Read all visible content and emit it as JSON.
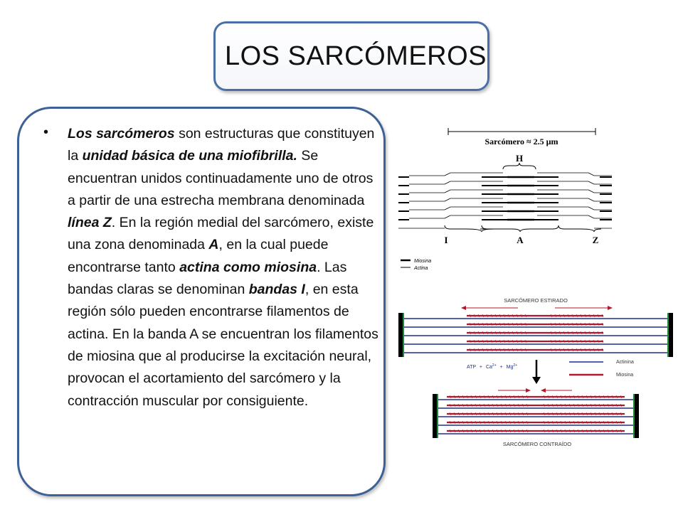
{
  "slide": {
    "title": "LOS SARCÓMEROS",
    "paragraph": [
      {
        "text": "Los sarcómeros",
        "style": "bi"
      },
      {
        "text": " son estructuras que constituyen la ",
        "style": "n"
      },
      {
        "text": "unidad básica de una miofibrilla.",
        "style": "bi"
      },
      {
        "text": " Se encuentran unidos continuadamente uno de otros a partir de una estrecha membrana denominada ",
        "style": "n"
      },
      {
        "text": "línea Z",
        "style": "bi"
      },
      {
        "text": ". En la región medial del sarcómero, existe una zona denominada ",
        "style": "n"
      },
      {
        "text": "A",
        "style": "bi"
      },
      {
        "text": ", en la cual puede encontrarse tanto ",
        "style": "n"
      },
      {
        "text": "actina como miosina",
        "style": "bi"
      },
      {
        "text": ". Las bandas claras se denominan ",
        "style": "n"
      },
      {
        "text": "bandas I",
        "style": "bi"
      },
      {
        "text": ", en esta región sólo pueden encontrarse filamentos de actina. En la banda A se encuentran los filamentos de miosina que al producirse la excitación neural, provocan el acortamiento del sarcómero y la contracción muscular por consiguiente.",
        "style": "n"
      }
    ]
  },
  "diagram_top": {
    "length_label": "Sarcómero ≈ 2.5 µm",
    "h_label": "H",
    "i_label": "I",
    "a_label": "A",
    "z_label": "Z",
    "legend_myosin": "Miosina",
    "legend_actin": "Actina"
  },
  "diagram_bottom": {
    "stretched_label": "SARCÓMERO ESTIRADO",
    "contracted_label": "SARCÓMERO CONTRAÍDO",
    "equation_atp": "ATP",
    "equation_plus1": "+",
    "equation_ca": "Ca",
    "equation_ca_sup": "2+",
    "equation_plus2": "+",
    "equation_mg": "Mg",
    "equation_mg_sup": "2+",
    "legend_actin": "Actinina",
    "legend_myosin": "Miosina",
    "colors": {
      "actin": "#1e2f8a",
      "myosin": "#b2182b",
      "zline": "#1f8a3a"
    }
  }
}
